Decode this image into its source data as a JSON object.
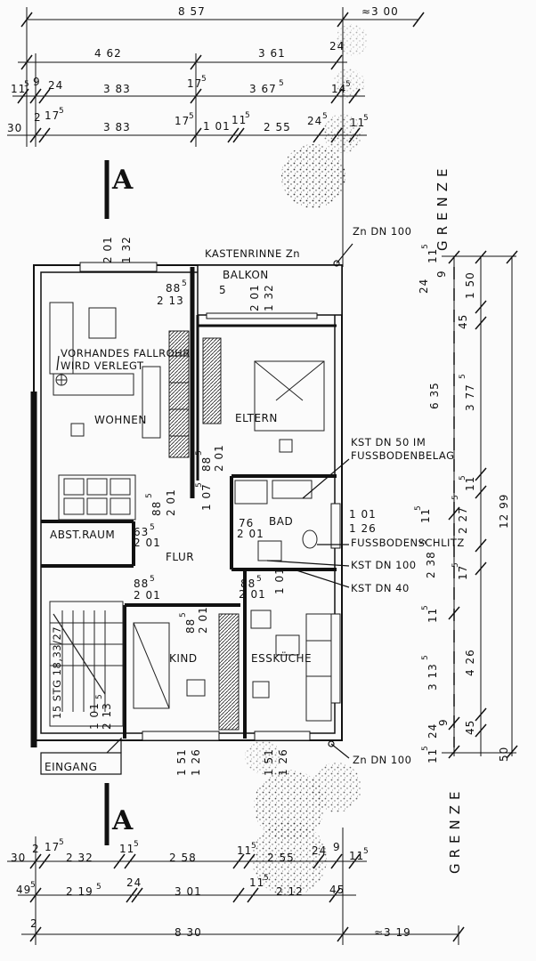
{
  "section_marker": "A",
  "boundary_label": "GRENZE",
  "rooms": {
    "wohnen": "WOHNEN",
    "eltern": "ELTERN",
    "balkon": "BALKON",
    "bad": "BAD",
    "flur": "FLUR",
    "abstellraum": "ABST.RAUM",
    "kind": "KIND",
    "esskueche": "ESSKÜCHE",
    "eingang": "EINGANG"
  },
  "notes": {
    "kastenrinne": "KASTENRINNE Zn",
    "zn_top": "Zn DN 100",
    "zn_bottom": "Zn DN 100",
    "fallrohr_1": "VORHANDES FALLROHR",
    "fallrohr_2": "WIRD VERLEGT",
    "kst50_1": "KST DN 50 IM",
    "kst50_2": "FUSSBODENBELAG",
    "schlitz": "FUSSBODENSCHLITZ",
    "kst100": "KST DN 100",
    "kst40": "KST DN 40",
    "stairs": "15 STG 18,33/27"
  },
  "dimensions": {
    "top_total": "8 57",
    "top_right": "≈3 00",
    "top_row2_a": "4 62",
    "top_row2_b": "3 61",
    "top_row2_c": "24",
    "top_row3_a": "11",
    "top_row3_a_sup": "5",
    "top_row3_b": "9",
    "top_row3_c": "24",
    "top_row3_d": "3 83",
    "top_row3_e": "17",
    "top_row3_e_sup": "5",
    "top_row3_f": "3 67",
    "top_row3_f_sup": "5",
    "top_row3_g": "14",
    "top_row3_g_sup": "5",
    "top_row4_a": "30",
    "top_row4_b": "2",
    "top_row4_c": "17",
    "top_row4_c_sup": "5",
    "top_row4_d": "3 83",
    "top_row4_e": "17",
    "top_row4_e_sup": "5",
    "top_row4_f": "1 01",
    "top_row4_g": "11",
    "top_row4_g_sup": "5",
    "top_row4_h": "2 55",
    "top_row4_i": "24",
    "top_row4_i_sup": "5",
    "top_row4_j": "11",
    "top_row4_j_sup": "5",
    "win_wohnen_a": "2 01",
    "win_wohnen_b": "1 32",
    "win_balkon_a": "2 01",
    "win_balkon_b": "1 32",
    "door_wohnen_a": "88",
    "door_wohnen_a_sup": "5",
    "door_wohnen_b": "2 13",
    "door_wohnen_c": "5",
    "door_eltern_a": "88",
    "door_eltern_a_sup": "5",
    "door_eltern_b": "2 01",
    "door_wohnen2_a": "88",
    "door_wohnen2_a_sup": "5",
    "door_wohnen2_b": "2 01",
    "bad_door_a": "76",
    "bad_door_b": "2 01",
    "bad_win_a": "1 01",
    "bad_win_b": "1 26",
    "abst_door_a": "63",
    "abst_door_a_sup": "5",
    "abst_door_b": "2 01",
    "flur_door1_a": "88",
    "flur_door1_a_sup": "5",
    "flur_door1_b": "2 01",
    "flur_door2_a": "88",
    "flur_door2_a_sup": "5",
    "flur_door2_b": "2 01",
    "kind_door_a": "88",
    "kind_door_a_sup": "5",
    "kind_door_b": "2 01",
    "bad_floor": "1 01",
    "eltern_wall_a": "1 07",
    "eltern_wall_a_sup": "5",
    "stair_a": "1 01",
    "stair_b": "2 13",
    "stair_b_sup": "5",
    "win_kind_a": "1 51",
    "win_kind_b": "1 26",
    "win_kueche_a": "1 51",
    "win_kueche_b": "1 26",
    "right_1": "11",
    "right_1_sup": "5",
    "right_2": "24",
    "right_3": "9",
    "right_4": "1 50",
    "right_5": "45",
    "right_6": "6 35",
    "right_7": "3 77",
    "right_7_sup": "5",
    "right_8": "11",
    "right_8_sup": "5",
    "right_9": "2 27",
    "right_9_sup": "5",
    "right_10": "11",
    "right_10_sup": "5",
    "right_11": "2 38",
    "right_11_sup": "5",
    "right_12": "17",
    "right_12_sup": "5",
    "right_13": "11",
    "right_13_sup": "5",
    "right_14": "4 26",
    "right_15": "3 13",
    "right_15_sup": "5",
    "right_16": "45",
    "right_17": "24",
    "right_18": "9",
    "right_19": "11",
    "right_19_sup": "5",
    "right_20": "50",
    "right_total": "12 99",
    "bot_row1_a": "30",
    "bot_row1_b": "2",
    "bot_row1_c": "17",
    "bot_row1_c_sup": "5",
    "bot_row1_d": "2 32",
    "bot_row1_e": "11",
    "bot_row1_e_sup": "5",
    "bot_row1_f": "2 58",
    "bot_row1_g": "11",
    "bot_row1_g_sup": "5",
    "bot_row1_h": "2 55",
    "bot_row1_i": "24",
    "bot_row1_j": "9",
    "bot_row1_k": "11",
    "bot_row1_k_sup": "5",
    "bot_row2_a": "49",
    "bot_row2_a_sup": "5",
    "bot_row2_b": "2 19",
    "bot_row2_b_sup": "5",
    "bot_row2_c": "24",
    "bot_row2_d": "3 01",
    "bot_row2_e": "11",
    "bot_row2_e_sup": "5",
    "bot_row2_f": "2 12",
    "bot_row2_g": "45",
    "bot_row3_a": "2",
    "bot_total": "8 30",
    "bot_right": "≈3 19"
  }
}
